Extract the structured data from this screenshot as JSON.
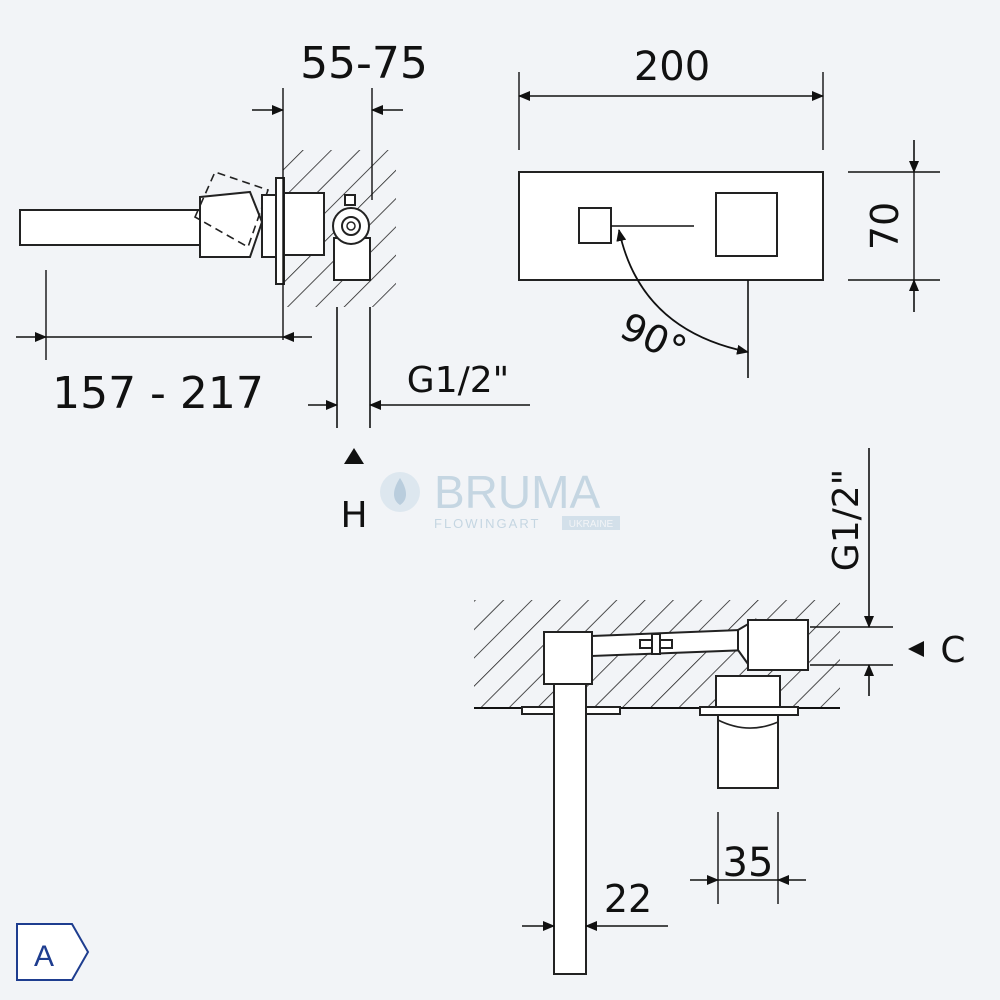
{
  "dimensions": {
    "depth_range": "55-75",
    "plate_width": "200",
    "plate_height": "70",
    "rotation": "90°",
    "spout_length": "157 - 217",
    "inlet_thread": "G1/2\"",
    "inlet_thread_vertical": "G1/2\"",
    "view_h": "H",
    "view_c": "C",
    "spout_diameter": "22",
    "handle_size": "35"
  },
  "brand": {
    "name": "BRUMA",
    "tagline": "FLOWINGART",
    "region": "UKRAINE"
  },
  "energy_label": "A",
  "icons": {
    "logo": "water-drop-icon",
    "badge": "arrow-tag-icon"
  },
  "colors": {
    "background": "#f2f4f7",
    "line": "#111111",
    "watermark": "#c5d6e2",
    "badge": "#1e3d8f"
  }
}
